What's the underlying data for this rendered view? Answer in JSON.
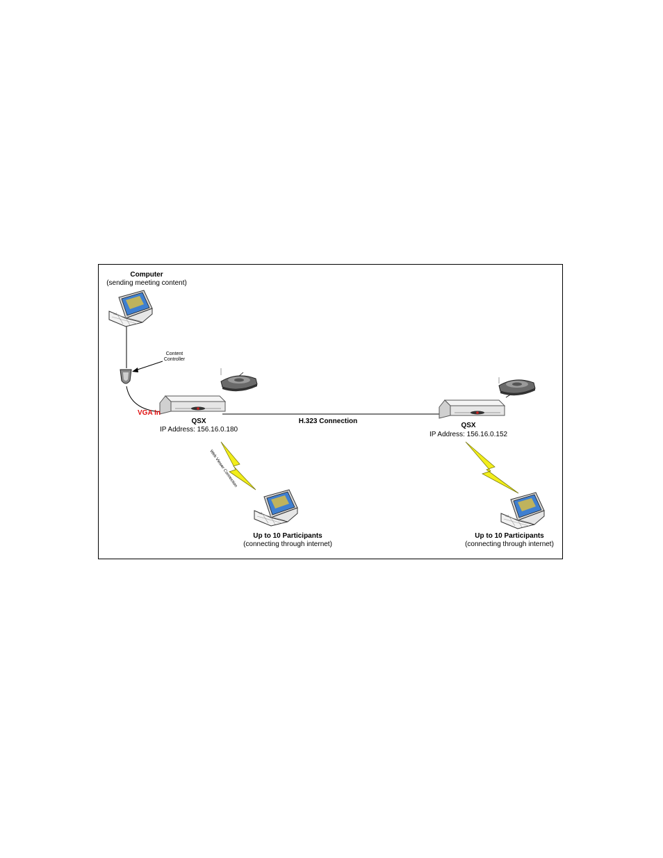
{
  "computer": {
    "title": "Computer",
    "subtitle": "(sending meeting content)"
  },
  "content_controller": {
    "line1": "Content",
    "line2": "Controller"
  },
  "vga_in": "VGA In",
  "left_qsx": {
    "name": "QSX",
    "ip": "IP Address: 156.16.0.180"
  },
  "right_qsx": {
    "name": "QSX",
    "ip": "IP Address: 156.16.0.152"
  },
  "h323": "H.323 Connection",
  "web_viewer": "Web Viewer Connection",
  "left_participants": {
    "title": "Up to 10 Participants",
    "subtitle": "(connecting through internet)"
  },
  "right_participants": {
    "title": "Up to 10 Participants",
    "subtitle": "(connecting through internet)"
  },
  "colors": {
    "vga": "#e01010",
    "bolt": "#f2ee1a",
    "screen": "#3f7fd0"
  },
  "icons": [
    "laptop-icon",
    "content-controller-icon",
    "qsx-device-icon",
    "speakerphone-icon",
    "lightning-icon"
  ]
}
